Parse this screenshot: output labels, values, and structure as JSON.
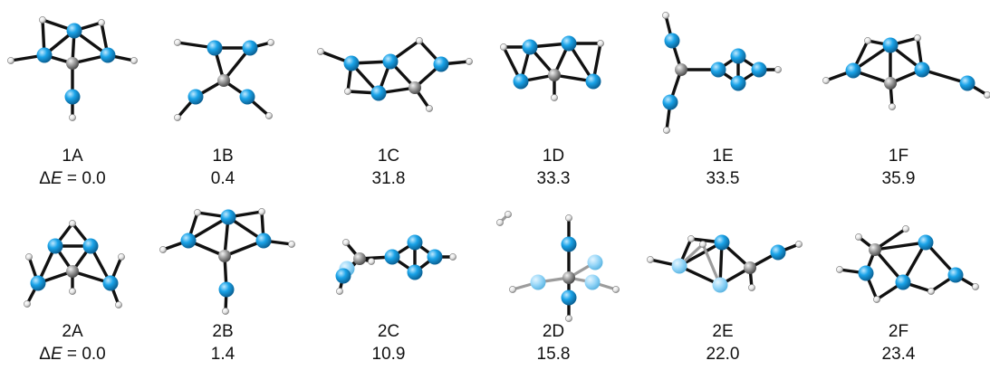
{
  "colors": {
    "silicon": "#1aa3e8",
    "carbon": "#9a9a9a",
    "hydrogen": "#ffffff",
    "bond": "#111111",
    "faded_bond": "#9c9c9c"
  },
  "rows": [
    {
      "energy_label_prefix": "Δ",
      "energy_label_symbol": "E",
      "energy_label_eq": " = ",
      "structures": [
        {
          "id": "1A",
          "energy": "0.0"
        },
        {
          "id": "1B",
          "energy": "0.4"
        },
        {
          "id": "1C",
          "energy": "31.8"
        },
        {
          "id": "1D",
          "energy": "33.3"
        },
        {
          "id": "1E",
          "energy": "33.5"
        },
        {
          "id": "1F",
          "energy": "35.9"
        }
      ]
    },
    {
      "energy_label_prefix": "Δ",
      "energy_label_symbol": "E",
      "energy_label_eq": " = ",
      "structures": [
        {
          "id": "2A",
          "energy": "0.0"
        },
        {
          "id": "2B",
          "energy": "1.4"
        },
        {
          "id": "2C",
          "energy": "10.9"
        },
        {
          "id": "2D",
          "energy": "15.8"
        },
        {
          "id": "2E",
          "energy": "22.0"
        },
        {
          "id": "2F",
          "energy": "23.4"
        }
      ]
    }
  ]
}
